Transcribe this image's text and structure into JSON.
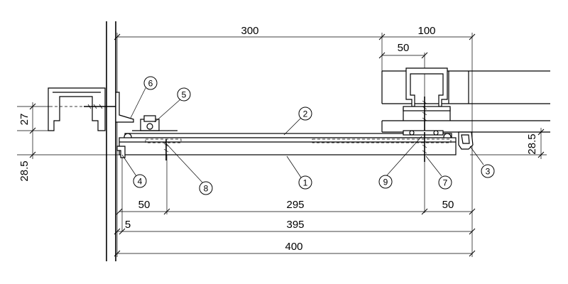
{
  "dimensions": {
    "top_left": "300",
    "top_right": "100",
    "sub_right": "50",
    "left_upper_vertical": "27",
    "left_lower_vertical": "28.5",
    "right_vertical": "28.5",
    "row1_left": "50",
    "row1_mid": "295",
    "row1_right": "50",
    "row2_left": "5",
    "row2_mid": "395",
    "row3_total": "400"
  },
  "callouts": {
    "c1": "1",
    "c2": "2",
    "c3": "3",
    "c4": "4",
    "c5": "5",
    "c6": "6",
    "c7": "7",
    "c8": "8",
    "c9": "9"
  }
}
